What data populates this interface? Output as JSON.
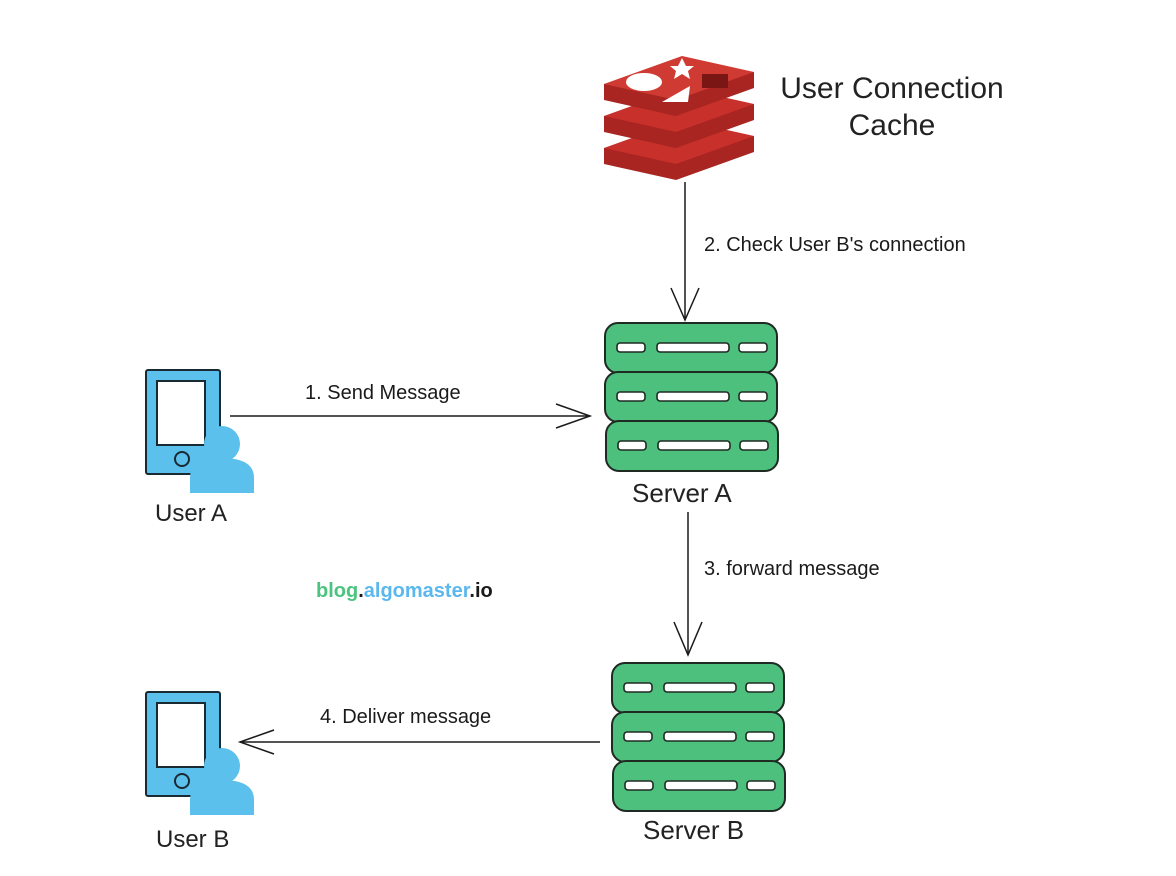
{
  "cache": {
    "icon": "redis-database-icon",
    "title_line1": "User Connection",
    "title_line2": "Cache",
    "color": "#c8302b"
  },
  "servers": {
    "a": {
      "label": "Server A"
    },
    "b": {
      "label": "Server B"
    },
    "color": "#4dc07e"
  },
  "users": {
    "a": {
      "label": "User A"
    },
    "b": {
      "label": "User B"
    },
    "color": "#5bc0eb"
  },
  "steps": [
    {
      "label": "1. Send Message"
    },
    {
      "label": "2. Check User B's connection"
    },
    {
      "label": "3. forward message"
    },
    {
      "label": "4. Deliver message"
    }
  ],
  "watermark": {
    "part1": "blog",
    "dot1": ".",
    "part2": "algomaster",
    "dot2": ".",
    "part3": "io",
    "color1": "#4cc47f",
    "color2": "#5bb8ee",
    "color3": "#1a1a1a"
  }
}
